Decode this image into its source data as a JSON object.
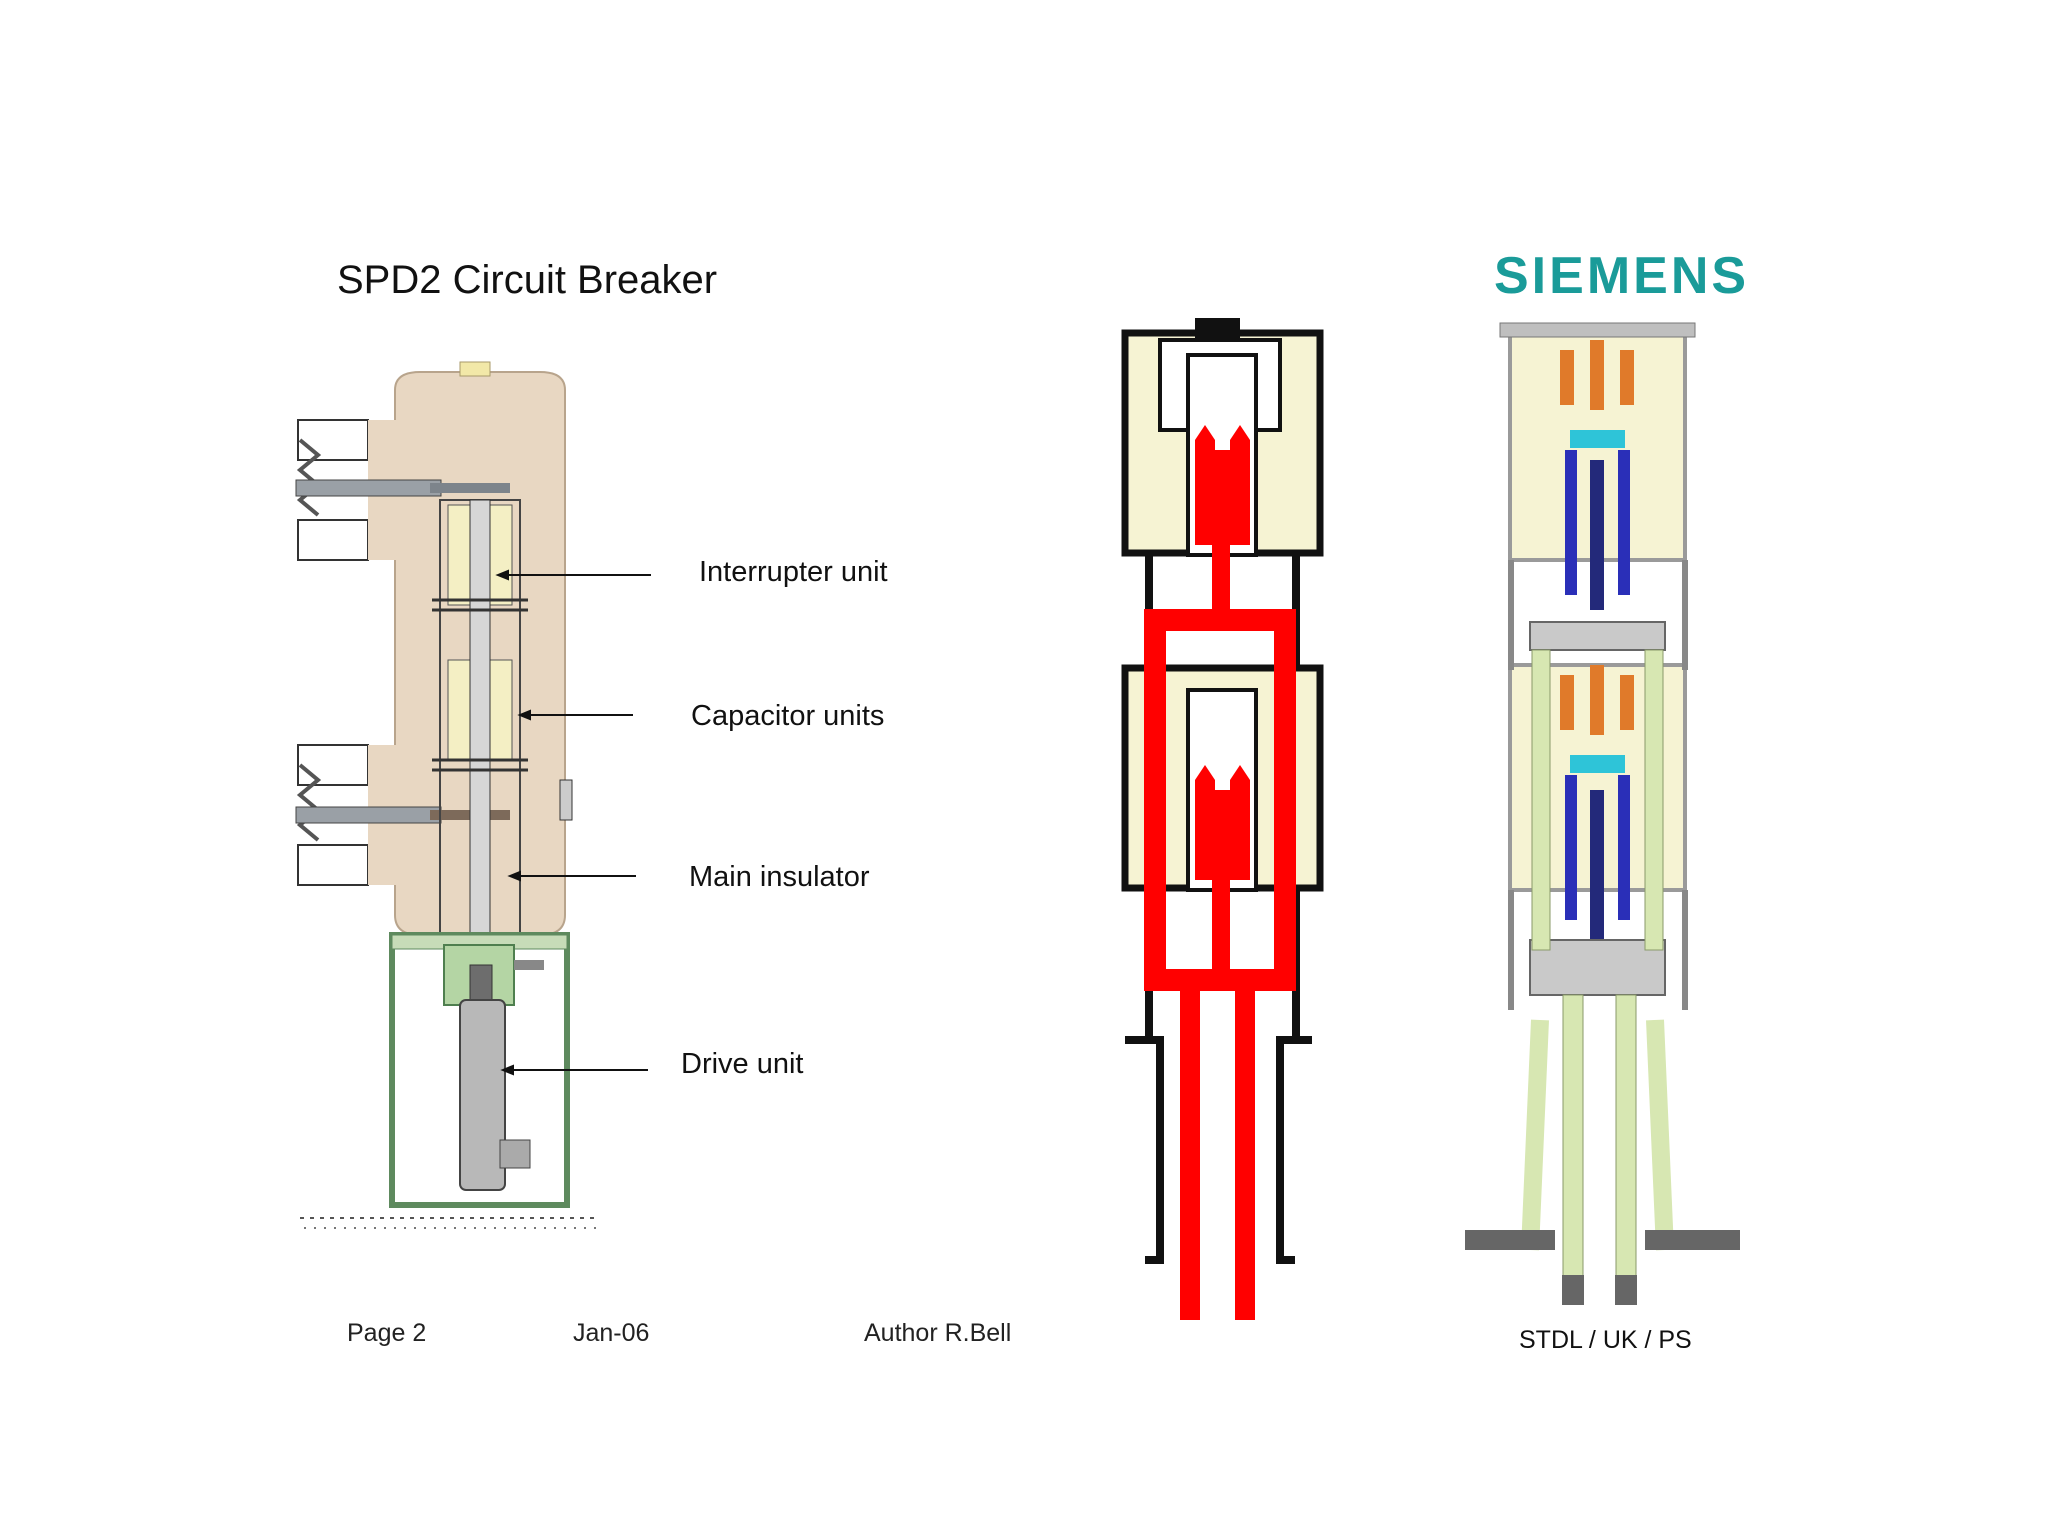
{
  "slide": {
    "title": "SPD2 Circuit Breaker",
    "brand": "SIEMENS",
    "brand_color": "#1a9b99"
  },
  "callouts": [
    {
      "label": "Interrupter unit"
    },
    {
      "label": "Capacitor units"
    },
    {
      "label": "Main insulator"
    },
    {
      "label": "Drive unit"
    }
  ],
  "footer": {
    "page": "Page 2",
    "date": "Jan-06",
    "author": "Author R.Bell",
    "dept": "STDL / UK / PS"
  },
  "colors": {
    "enclosure": "#e8d7c2",
    "frame": "#c7dcb8",
    "moving_parts": "#ff0000",
    "capacitor_fill": "#f6f3d3",
    "rod": "#d7e7b2"
  }
}
